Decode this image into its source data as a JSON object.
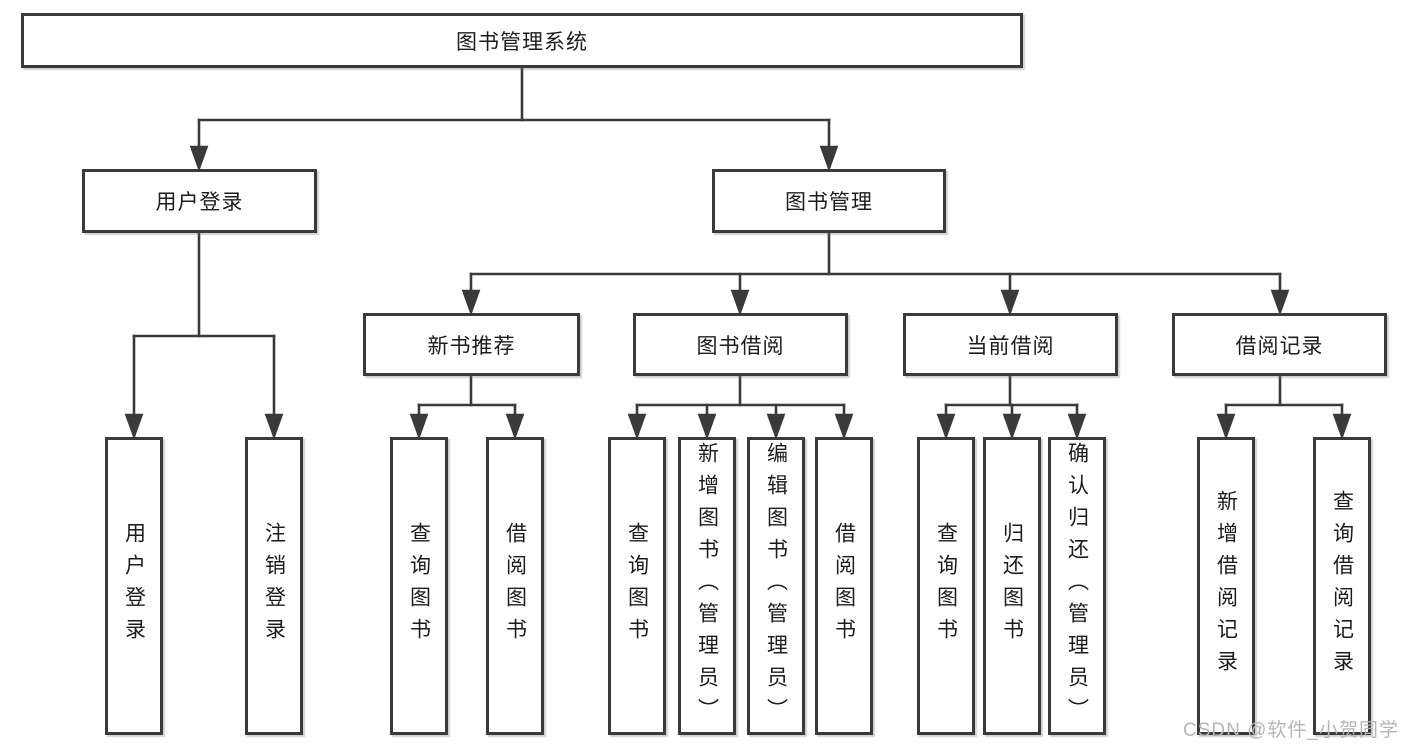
{
  "diagram": {
    "root": "图书管理系统",
    "branches": [
      {
        "label": "用户登录",
        "children": [
          "用户登录",
          "注销登录"
        ]
      },
      {
        "label": "图书管理",
        "groups": [
          {
            "label": "新书推荐",
            "children": [
              "查询图书",
              "借阅图书"
            ]
          },
          {
            "label": "图书借阅",
            "children": [
              "查询图书",
              "新增图书（管理员）",
              "编辑图书（管理员）",
              "借阅图书"
            ]
          },
          {
            "label": "当前借阅",
            "children": [
              "查询图书",
              "归还图书",
              "确认归还（管理员）"
            ]
          },
          {
            "label": "借阅记录",
            "children": [
              "新增借阅记录",
              "查询借阅记录"
            ]
          }
        ]
      }
    ]
  },
  "watermark": {
    "text": "CSDN @软件_小贺同学"
  },
  "colors": {
    "line": "#3a3a3a",
    "text": "#1c1c1c",
    "watermark": "#b5b5b5",
    "background": "#ffffff"
  }
}
